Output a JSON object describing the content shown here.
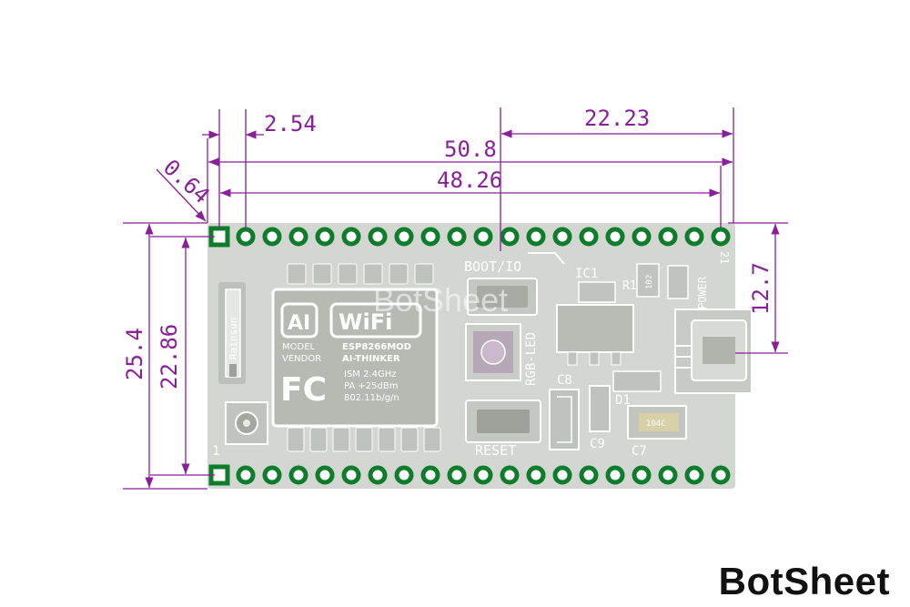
{
  "colors": {
    "dimension": "#8a1f9a",
    "board": "#d3d6d1",
    "pad": "#0e7d2b",
    "silkscreen": "#ffffff"
  },
  "dimensions": {
    "pin_pitch": "2.54",
    "led_offset": "22.23",
    "board_length": "50.8",
    "header_span": "48.26",
    "edge_offset": "0.64",
    "usb_center": "12.7",
    "board_width": "25.4",
    "row_spacing": "22.86"
  },
  "board": {
    "pins_per_row": 20,
    "silk": {
      "boot": "BOOT/IO",
      "reset": "RESET",
      "rgb_led": "RGB-LED",
      "ic1": "IC1",
      "r1": "R1",
      "r1_value": "102",
      "power": "POWER",
      "c8": "C8",
      "c9": "C9",
      "c7": "C7",
      "d1": "D1",
      "pin1": "1",
      "pin21": "21",
      "antenna": "Rainsun"
    },
    "module": {
      "ai": "AI",
      "wifi": "WiFi",
      "model": "MODEL",
      "vendor": "VENDOR",
      "part": "ESP8266MOD",
      "maker": "AI-THINKER",
      "fc": "FC",
      "ism": "ISM  2.4GHz",
      "pa": "PA   +25dBm",
      "standard": "802.11b/g/n"
    },
    "cap_c7": "104C"
  },
  "brand": "BotSheet"
}
